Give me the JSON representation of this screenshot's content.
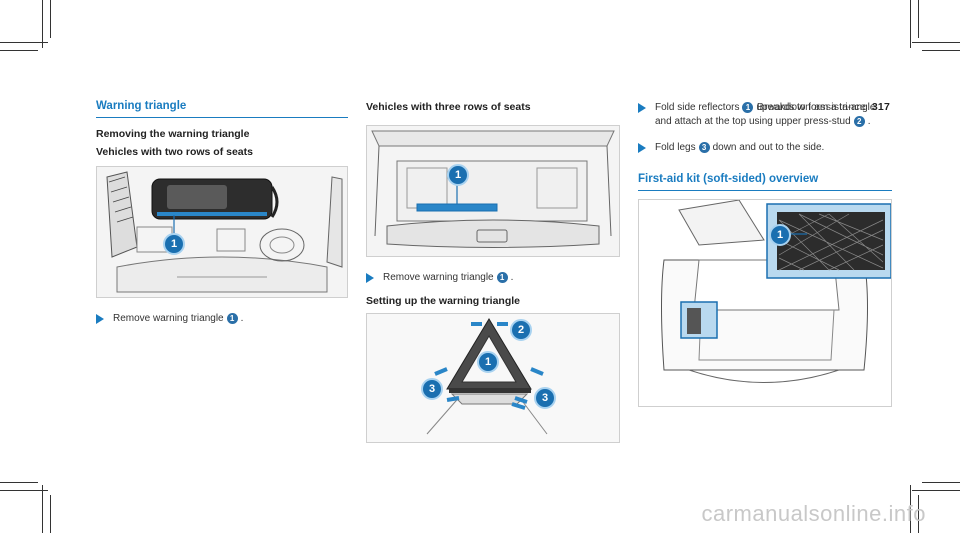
{
  "header": {
    "section": "Breakdown assistance",
    "page_number": "317"
  },
  "col1": {
    "title": "Warning triangle",
    "subtitle": "Removing the warning triangle",
    "vehicle_two_rows": "Vehicles with two rows of seats",
    "step1": {
      "text": "Remove warning triangle",
      "ref": "1"
    },
    "fig_callouts": [
      "1"
    ]
  },
  "col2": {
    "vehicle_three_rows": "Vehicles with three rows of seats",
    "step1": {
      "text": "Remove warning triangle",
      "ref": "1"
    },
    "setup_title": "Setting up the warning triangle",
    "fig1_callouts": [
      "1"
    ],
    "fig2_callouts": [
      "1",
      "2",
      "3",
      "3"
    ]
  },
  "col3": {
    "step1": {
      "prefix": "Fold side reflectors",
      "ref1": "1",
      "middle": "upwards to form a tri-angle and attach at the top using upper press-stud",
      "ref2": "2"
    },
    "step2": {
      "prefix": "Fold legs",
      "ref": "3",
      "suffix": "down and out to the side."
    },
    "first_aid_title": "First-aid kit (soft-sided) overview",
    "fig_callouts": [
      "1"
    ]
  },
  "watermark": "carmanualsonline.info",
  "colors": {
    "accent": "#1a7cc0",
    "callout": "#1a6fb0"
  }
}
